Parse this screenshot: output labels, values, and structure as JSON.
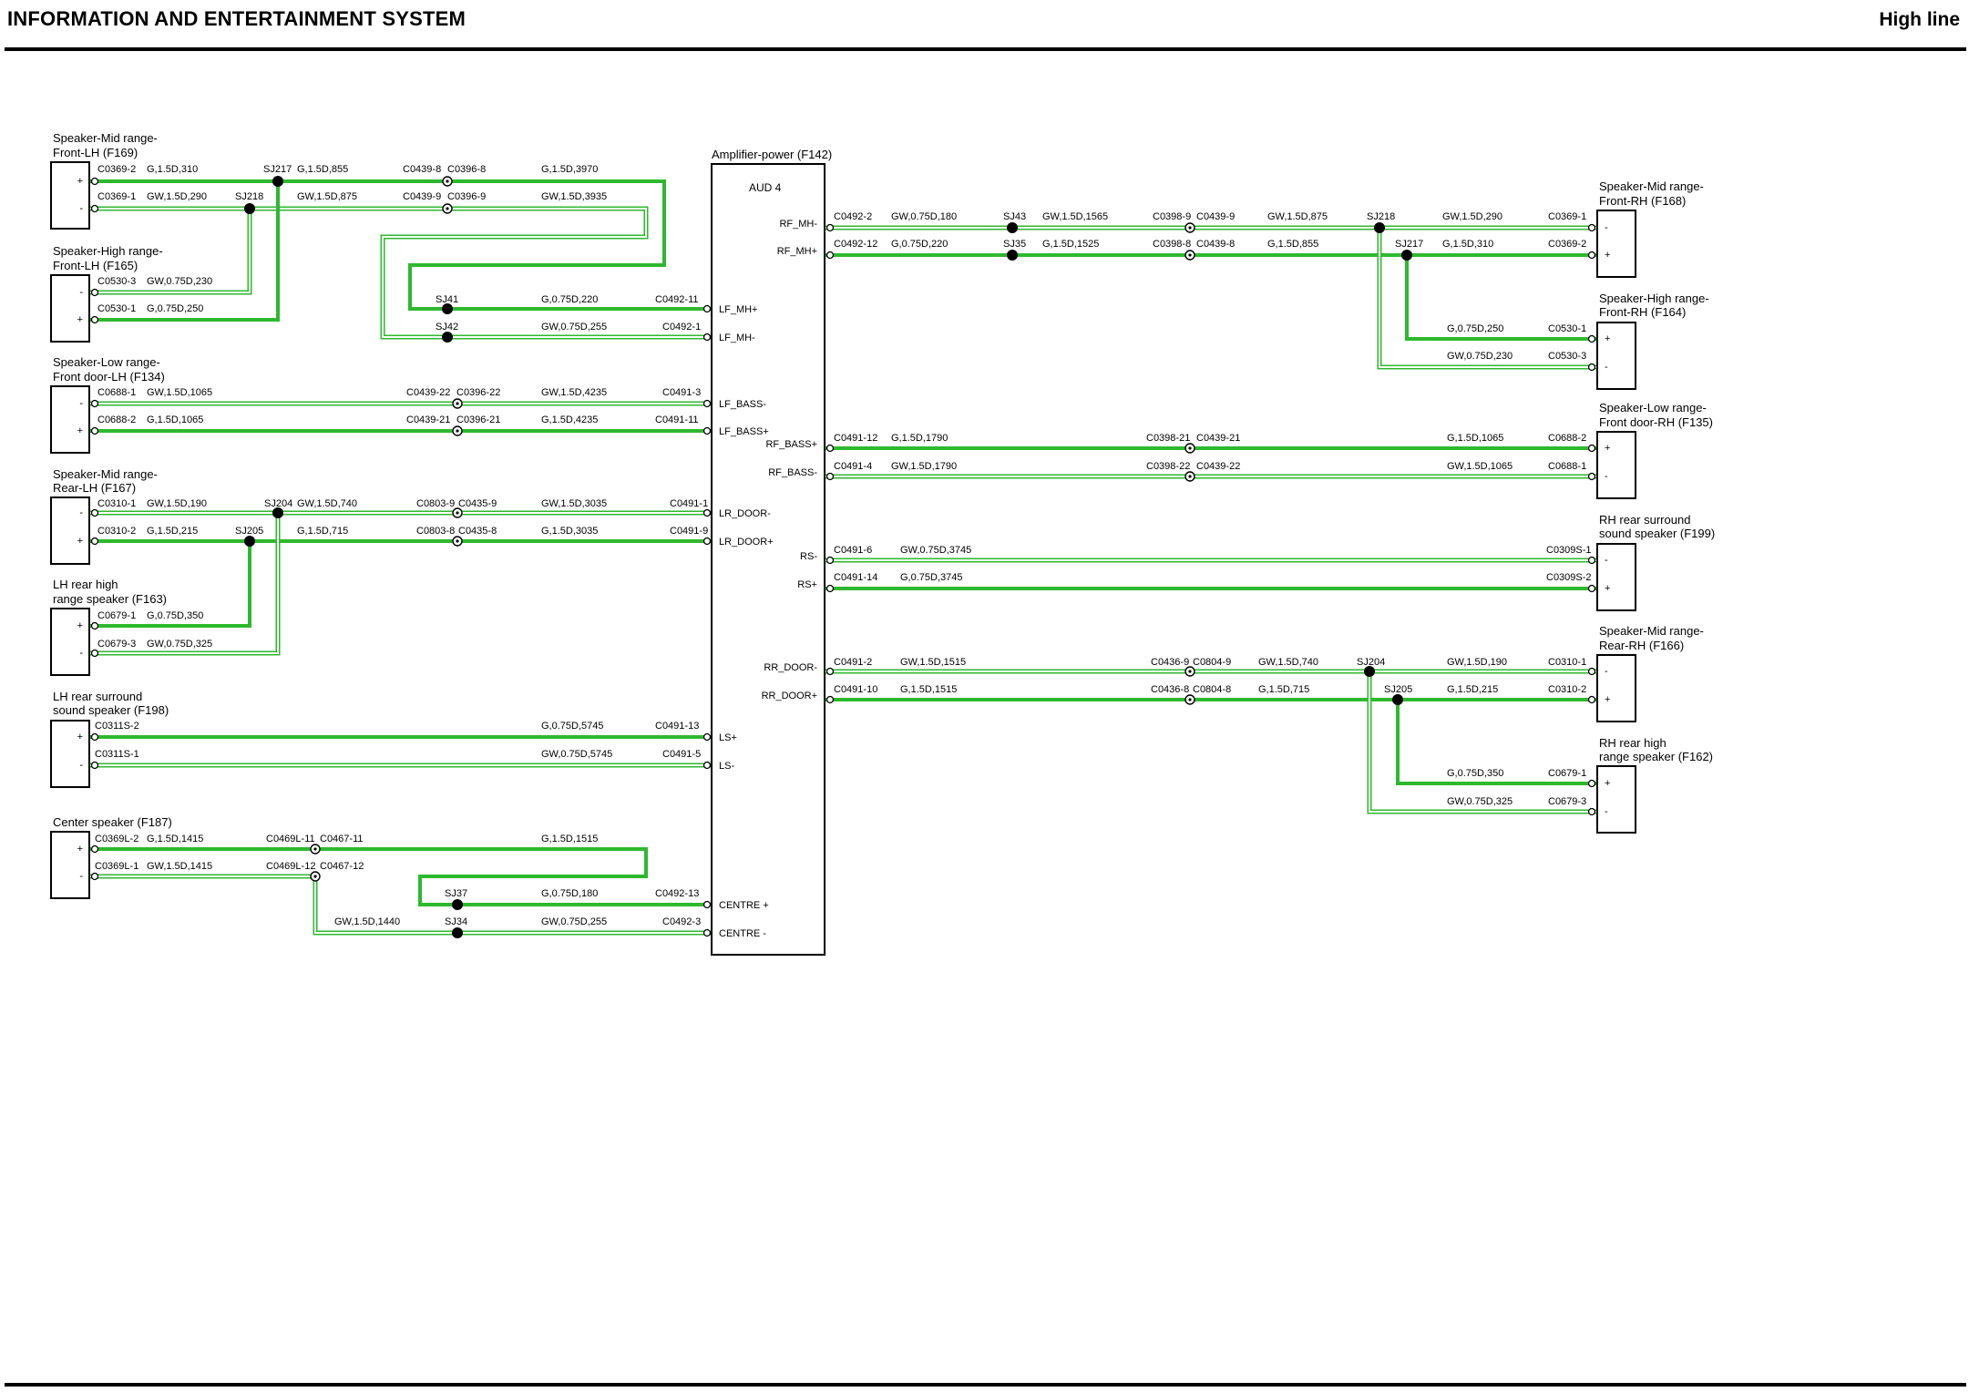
{
  "header": {
    "title": "INFORMATION AND ENTERTAINMENT SYSTEM",
    "variant": "High line"
  },
  "colors": {
    "green": "#2db92d",
    "black": "#000000"
  },
  "amplifier": {
    "name": "Amplifier-power (F142)",
    "code": "AUD 4",
    "left_pins": [
      "LF_MH+",
      "LF_MH-",
      "LF_BASS-",
      "LF_BASS+",
      "LR_DOOR-",
      "LR_DOOR+",
      "LS+",
      "LS-",
      "CENTRE +",
      "CENTRE -"
    ],
    "right_pins": [
      "RF_MH-",
      "RF_MH+",
      "RF_BASS+",
      "RF_BASS-",
      "RS-",
      "RS+",
      "RR_DOOR-",
      "RR_DOOR+"
    ]
  },
  "components": [
    {
      "id": "f169",
      "side": "L",
      "lines": [
        "Speaker-Mid range-",
        "Front-LH (F169)"
      ],
      "pins": [
        "+",
        "-"
      ]
    },
    {
      "id": "f165",
      "side": "L",
      "lines": [
        "Speaker-High range-",
        "Front-LH (F165)"
      ],
      "pins": [
        "-",
        "+"
      ]
    },
    {
      "id": "f134",
      "side": "L",
      "lines": [
        "Speaker-Low range-",
        "Front door-LH (F134)"
      ],
      "pins": [
        "-",
        "+"
      ]
    },
    {
      "id": "f167",
      "side": "L",
      "lines": [
        "Speaker-Mid range-",
        "Rear-LH (F167)"
      ],
      "pins": [
        "-",
        "+"
      ]
    },
    {
      "id": "f163",
      "side": "L",
      "lines": [
        "LH rear high",
        "range speaker (F163)"
      ],
      "pins": [
        "+",
        "-"
      ]
    },
    {
      "id": "f198",
      "side": "L",
      "lines": [
        "LH rear surround",
        "sound speaker (F198)"
      ],
      "pins": [
        "+",
        "-"
      ]
    },
    {
      "id": "f187",
      "side": "L",
      "lines": [
        "Center speaker (F187)"
      ],
      "pins": [
        "+",
        "-"
      ]
    },
    {
      "id": "f168",
      "side": "R",
      "lines": [
        "Speaker-Mid range-",
        "Front-RH (F168)"
      ],
      "pins": [
        "-",
        "+"
      ]
    },
    {
      "id": "f164",
      "side": "R",
      "lines": [
        "Speaker-High range-",
        "Front-RH (F164)"
      ],
      "pins": [
        "+",
        "-"
      ]
    },
    {
      "id": "f135",
      "side": "R",
      "lines": [
        "Speaker-Low range-",
        "Front door-RH (F135)"
      ],
      "pins": [
        "+",
        "-"
      ]
    },
    {
      "id": "f199",
      "side": "R",
      "lines": [
        "RH rear surround",
        "sound speaker (F199)"
      ],
      "pins": [
        "-",
        "+"
      ]
    },
    {
      "id": "f166",
      "side": "R",
      "lines": [
        "Speaker-Mid range-",
        "Rear-RH (F166)"
      ],
      "pins": [
        "-",
        "+"
      ]
    },
    {
      "id": "f162",
      "side": "R",
      "lines": [
        "RH rear high",
        "range speaker (F162)"
      ],
      "pins": [
        "+",
        "-"
      ]
    }
  ],
  "labels": [
    "C0369-2",
    "G,1.5D,310",
    "SJ217",
    "G,1.5D,855",
    "C0439-8",
    "C0396-8",
    "G,1.5D,3970",
    "C0369-1",
    "GW,1.5D,290",
    "SJ218",
    "GW,1.5D,875",
    "C0439-9",
    "C0396-9",
    "GW,1.5D,3935",
    "C0530-3",
    "GW,0.75D,230",
    "C0530-1",
    "G,0.75D,250",
    "SJ41",
    "G,0.75D,220",
    "C0492-11",
    "SJ42",
    "GW,0.75D,255",
    "C0492-1",
    "C0688-1",
    "GW,1.5D,1065",
    "C0439-22",
    "C0396-22",
    "GW,1.5D,4235",
    "C0491-3",
    "C0688-2",
    "G,1.5D,1065",
    "C0439-21",
    "C0396-21",
    "G,1.5D,4235",
    "C0491-11",
    "C0310-1",
    "GW,1.5D,190",
    "SJ204",
    "GW,1.5D,740",
    "C0803-9",
    "C0435-9",
    "GW,1.5D,3035",
    "C0491-1",
    "C0310-2",
    "G,1.5D,215",
    "SJ205",
    "G,1.5D,715",
    "C0803-8",
    "C0435-8",
    "G,1.5D,3035",
    "C0491-9",
    "C0679-1",
    "G,0.75D,350",
    "C0679-3",
    "GW,0.75D,325",
    "C0311S-2",
    "G,0.75D,5745",
    "C0491-13",
    "C0311S-1",
    "GW,0.75D,5745",
    "C0491-5",
    "C0369L-2",
    "G,1.5D,1415",
    "C0469L-11",
    "C0467-11",
    "G,1.5D,1515",
    "C0369L-1",
    "GW,1.5D,1415",
    "C0469L-12",
    "C0467-12",
    "SJ37",
    "G,0.75D,180",
    "C0492-13",
    "GW,1.5D,1440",
    "SJ34",
    "GW,0.75D,255",
    "C0492-3",
    "C0492-2",
    "GW,0.75D,180",
    "SJ43",
    "GW,1.5D,1565",
    "C0398-9",
    "C0439-9",
    "GW,1.5D,875",
    "SJ218",
    "GW,1.5D,290",
    "C0369-1",
    "C0492-12",
    "G,0.75D,220",
    "SJ35",
    "G,1.5D,1525",
    "C0398-8",
    "C0439-8",
    "G,1.5D,855",
    "SJ217",
    "G,1.5D,310",
    "C0369-2",
    "G,0.75D,250",
    "C0530-1",
    "GW,0.75D,230",
    "C0530-3",
    "C0491-12",
    "G,1.5D,1790",
    "C0398-21",
    "C0439-21",
    "G,1.5D,1065",
    "C0688-2",
    "C0491-4",
    "GW,1.5D,1790",
    "C0398-22",
    "C0439-22",
    "GW,1.5D,1065",
    "C0688-1",
    "C0491-6",
    "GW,0.75D,3745",
    "C0309S-1",
    "C0491-14",
    "G,0.75D,3745",
    "C0309S-2",
    "C0491-2",
    "GW,1.5D,1515",
    "C0436-9",
    "C0804-9",
    "GW,1.5D,740",
    "SJ204",
    "GW,1.5D,190",
    "C0310-1",
    "C0491-10",
    "G,1.5D,1515",
    "C0436-8",
    "C0804-8",
    "G,1.5D,715",
    "SJ205",
    "G,1.5D,215",
    "C0310-2",
    "G,0.75D,350",
    "C0679-1",
    "GW,0.75D,325",
    "C0679-3"
  ]
}
